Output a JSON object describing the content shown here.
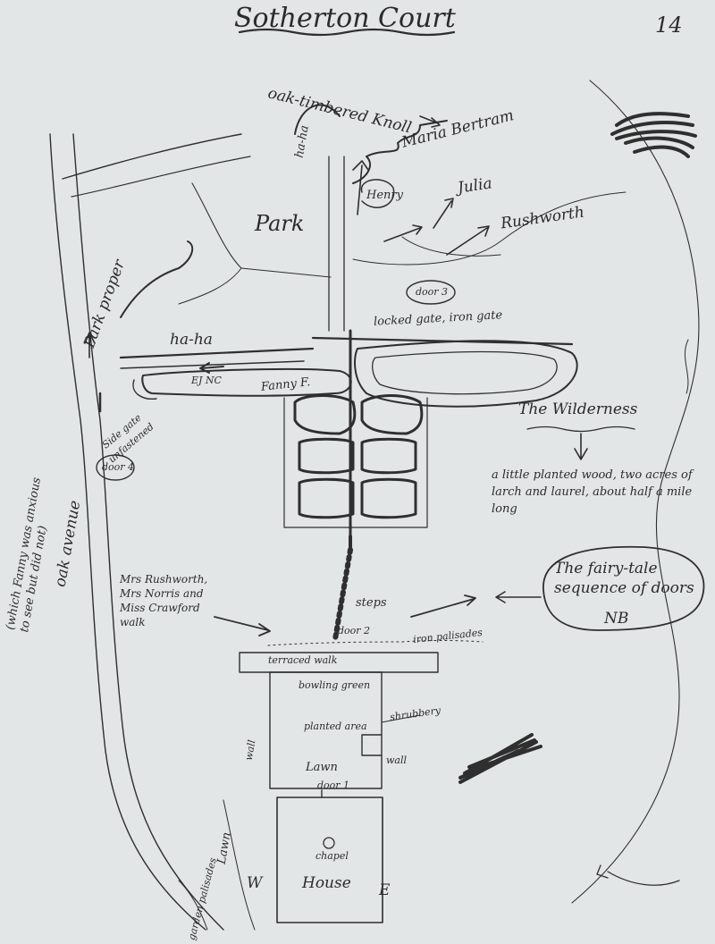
{
  "sheet": {
    "title": "Sotherton Court",
    "page_number": "14"
  },
  "labels": {
    "knoll": "oak-timbered Knoll",
    "ha_ha_vertical": "ha-ha",
    "maria": "Maria Bertram",
    "henry": "Henry",
    "julia": "Julia",
    "rushworth": "Rushworth",
    "park": "Park",
    "park_proper": "Park proper",
    "door_3": "door 3",
    "locked_gate": "locked gate, iron gate",
    "ha_ha": "ha-ha",
    "ej_nc": "EJ  NC",
    "fanny": "Fanny F.",
    "wilderness": "The Wilderness",
    "wilderness_note": "a little planted wood, two acres of larch and laurel, about half a mile long",
    "side_gate": "Side gate",
    "unfastened": "unfastened",
    "door_4": "door 4",
    "which_fanny": "(which Fanny was anxious to see but did not)",
    "oak_avenue": "oak avenue",
    "ladies_note": "Mrs Rushworth, Mrs Norris and Miss Crawford walk",
    "steps": "steps",
    "door_2": "door 2",
    "iron_palisades": "iron palisades",
    "fairy_tale": "The fairy-tale sequence of doors",
    "nb": "NB",
    "terrace_walk": "terraced walk",
    "bowling_green": "bowling green",
    "planted_area": "planted area",
    "lawn_upper": "Lawn",
    "wall_left": "wall",
    "wall_right": "wall",
    "shrubbery": "shrubbery",
    "door_1": "door 1",
    "chapel": "chapel",
    "lawn_side": "Lawn",
    "house": "House",
    "west": "W",
    "east": "E",
    "garden_palisades": "garden palisades"
  }
}
